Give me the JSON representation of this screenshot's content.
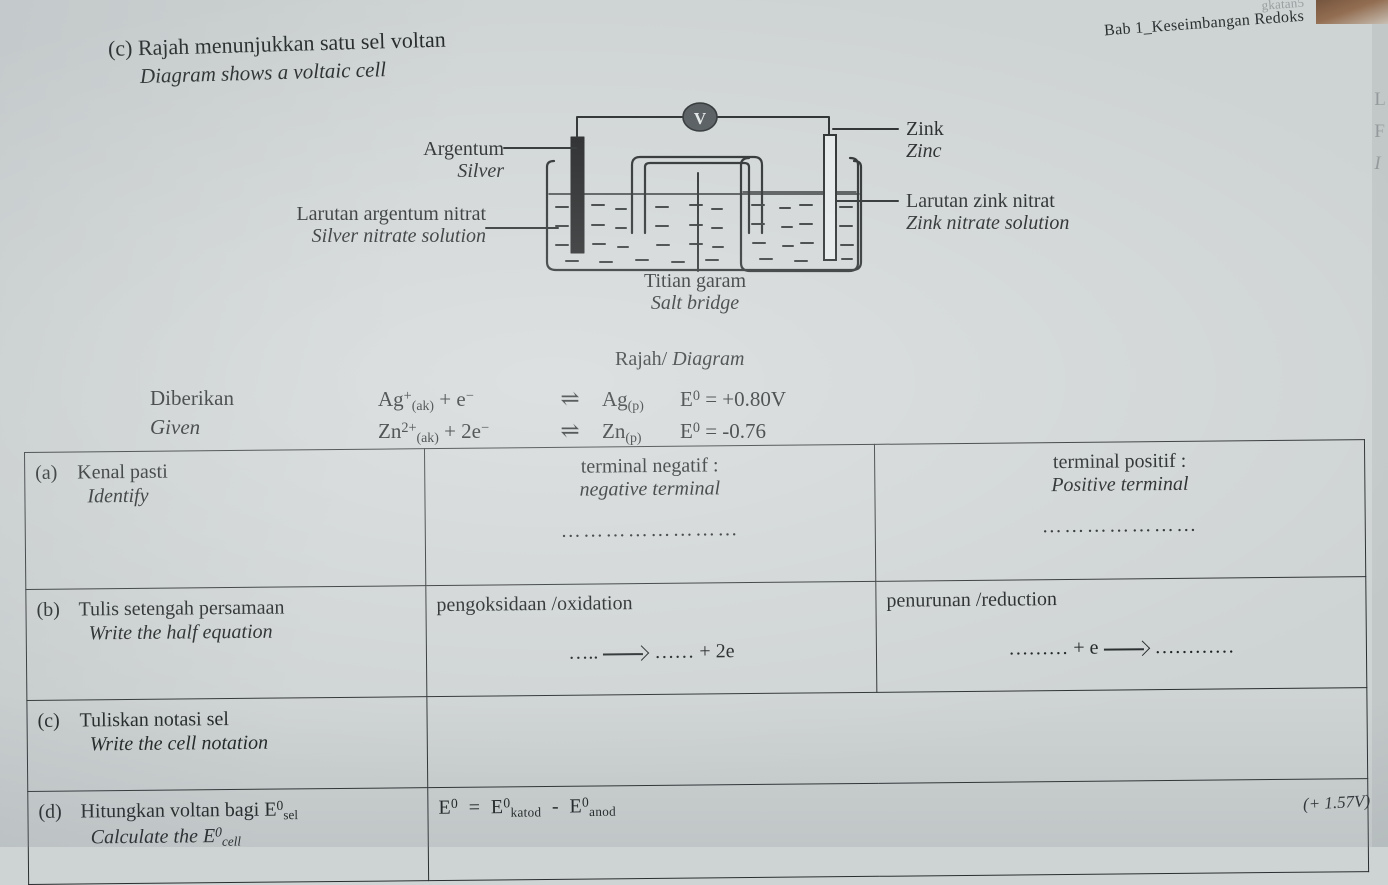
{
  "header": {
    "faint_line": "gkatan5",
    "main_line": "Bab 1_Keseimbangan Redoks"
  },
  "intro": {
    "malay": "(c) Rajah menunjukkan satu sel voltan",
    "english": "Diagram shows a voltaic cell"
  },
  "diagram": {
    "voltmeter_symbol": "V",
    "labels": {
      "silver_my": "Argentum",
      "silver_en": "Silver",
      "silver_solution_my": "Larutan argentum nitrat",
      "silver_solution_en": "Silver nitrate solution",
      "zinc_my": "Zink",
      "zinc_en": "Zinc",
      "zinc_solution_my": "Larutan zink nitrat",
      "zinc_solution_en": "Zink nitrate solution",
      "salt_bridge_my": "Titian garam",
      "salt_bridge_en": "Salt bridge"
    },
    "caption_my": "Rajah/",
    "caption_en": "Diagram"
  },
  "given": {
    "label_my": "Diberikan",
    "label_en": "Given",
    "equations": [
      {
        "lhs_species": "Ag",
        "lhs_charge": "+",
        "lhs_state": "(ak)",
        "lhs_rest": "+ e",
        "lhs_rest_sup": "−",
        "arrow": "⇌",
        "rhs_species": "Ag",
        "rhs_state": "(p)",
        "potential_symbol": "E",
        "potential_sup": "0",
        "potential_value": "= +0.80V"
      },
      {
        "lhs_species": "Zn",
        "lhs_charge": "2+",
        "lhs_state": "(ak)",
        "lhs_rest": "+ 2e",
        "lhs_rest_sup": "−",
        "arrow": "⇌",
        "rhs_species": "Zn",
        "rhs_state": "(p)",
        "potential_symbol": "E",
        "potential_sup": "0",
        "potential_value": "= -0.76"
      }
    ]
  },
  "table": {
    "rows": [
      {
        "tag": "(a)",
        "prompt_my": "Kenal pasti",
        "prompt_en": "Identify",
        "col2_my": "terminal negatif   :",
        "col2_en": "negative terminal",
        "col2_dots": "……………………",
        "col3_my": "terminal positif    :",
        "col3_en": "Positive terminal",
        "col3_dots": "…………………"
      },
      {
        "tag": "(b)",
        "prompt_my": "Tulis setengah persamaan",
        "prompt_en": "Write the half equation",
        "col2_my": "pengoksidaan /oxidation",
        "col2_blank_left": "…..",
        "col2_blank_right": "……",
        "col2_tail": "+  2e",
        "col3_my": "penurunan /reduction",
        "col3_blank_left": "………",
        "col3_mid": "+  e",
        "col3_blank_right": "…………"
      },
      {
        "tag": "(c)",
        "prompt_my": "Tuliskan notasi sel",
        "prompt_en": "Write the cell notation",
        "col2_my": "",
        "col3_my": ""
      },
      {
        "tag": "(d)",
        "prompt_my_pre": "Hitungkan voltan bagi E",
        "prompt_my_sup": "0",
        "prompt_my_sub": "sel",
        "prompt_en_pre": "Calculate the E",
        "prompt_en_sup": "0",
        "prompt_en_sub": "cell",
        "formula": "E⁰  =  E⁰katod  -  E⁰anod"
      }
    ]
  },
  "annotations": {
    "answer_note": "(+ 1.57V)",
    "edge_letters": [
      "L",
      "F",
      "I"
    ]
  },
  "colors": {
    "paper": "#ced3d3",
    "ink": "#23282a",
    "electrode_dark": "#1c1f20",
    "rule": "#2a2e30"
  }
}
